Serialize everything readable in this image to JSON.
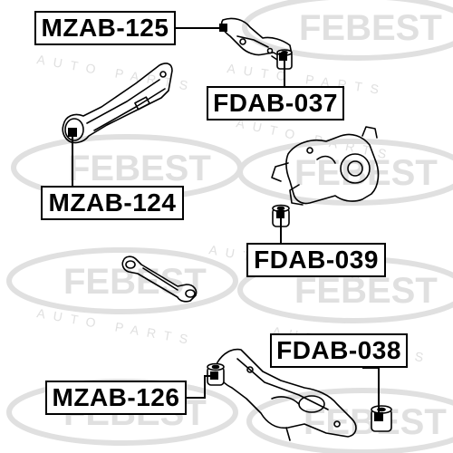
{
  "watermark": {
    "brand": "FEBEST",
    "tagline": "AUTO PARTS",
    "color": "#e0e0e0"
  },
  "parts": [
    {
      "id": "mzab125",
      "label": "MZAB-125"
    },
    {
      "id": "fdab037",
      "label": "FDAB-037"
    },
    {
      "id": "mzab124",
      "label": "MZAB-124"
    },
    {
      "id": "fdab039",
      "label": "FDAB-039"
    },
    {
      "id": "fdab038",
      "label": "FDAB-038"
    },
    {
      "id": "mzab126",
      "label": "MZAB-126"
    }
  ],
  "colors": {
    "line": "#000000",
    "label_border": "#000000",
    "bushing": "#000000"
  }
}
